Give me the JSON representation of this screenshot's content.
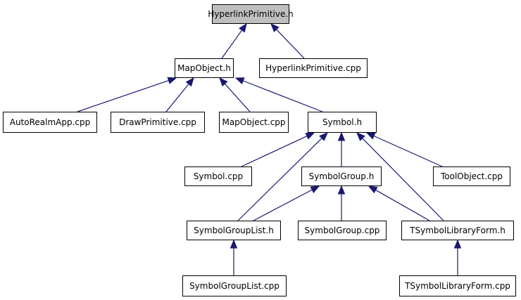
{
  "diagram": {
    "nodes": {
      "hyperlink_primitive_h": {
        "label": "HyperlinkPrimitive.h",
        "highlighted": true
      },
      "mapobject_h": {
        "label": "MapObject.h"
      },
      "hyperlink_primitive_cpp": {
        "label": "HyperlinkPrimitive.cpp"
      },
      "autorealmapp_cpp": {
        "label": "AutoRealmApp.cpp"
      },
      "drawprimitive_cpp": {
        "label": "DrawPrimitive.cpp"
      },
      "mapobject_cpp": {
        "label": "MapObject.cpp"
      },
      "symbol_h": {
        "label": "Symbol.h"
      },
      "symbol_cpp": {
        "label": "Symbol.cpp"
      },
      "symbolgroup_h": {
        "label": "SymbolGroup.h"
      },
      "toolobject_cpp": {
        "label": "ToolObject.cpp"
      },
      "symbolgrouplist_h": {
        "label": "SymbolGroupList.h"
      },
      "symbolgroup_cpp": {
        "label": "SymbolGroup.cpp"
      },
      "tsymbollibraryform_h": {
        "label": "TSymbolLibraryForm.h"
      },
      "symbolgrouplist_cpp": {
        "label": "SymbolGroupList.cpp"
      },
      "tsymbollibraryform_cpp": {
        "label": "TSymbolLibraryForm.cpp"
      }
    },
    "edges": [
      {
        "from": "mapobject_h",
        "to": "hyperlink_primitive_h"
      },
      {
        "from": "hyperlink_primitive_cpp",
        "to": "hyperlink_primitive_h"
      },
      {
        "from": "autorealmapp_cpp",
        "to": "mapobject_h"
      },
      {
        "from": "drawprimitive_cpp",
        "to": "mapobject_h"
      },
      {
        "from": "mapobject_cpp",
        "to": "mapobject_h"
      },
      {
        "from": "symbol_h",
        "to": "mapobject_h"
      },
      {
        "from": "symbol_cpp",
        "to": "symbol_h"
      },
      {
        "from": "symbolgroup_h",
        "to": "symbol_h"
      },
      {
        "from": "toolobject_cpp",
        "to": "symbol_h"
      },
      {
        "from": "symbolgrouplist_h",
        "to": "symbol_h"
      },
      {
        "from": "tsymbollibraryform_h",
        "to": "symbol_h"
      },
      {
        "from": "symbolgrouplist_h",
        "to": "symbolgroup_h"
      },
      {
        "from": "symbolgroup_cpp",
        "to": "symbolgroup_h"
      },
      {
        "from": "tsymbollibraryform_h",
        "to": "symbolgroup_h"
      },
      {
        "from": "symbolgrouplist_cpp",
        "to": "symbolgrouplist_h"
      },
      {
        "from": "tsymbollibraryform_cpp",
        "to": "tsymbollibraryform_h"
      }
    ],
    "colors": {
      "edge": "#191970",
      "root_fill": "#bfbfbf",
      "node_border": "#000000"
    }
  }
}
